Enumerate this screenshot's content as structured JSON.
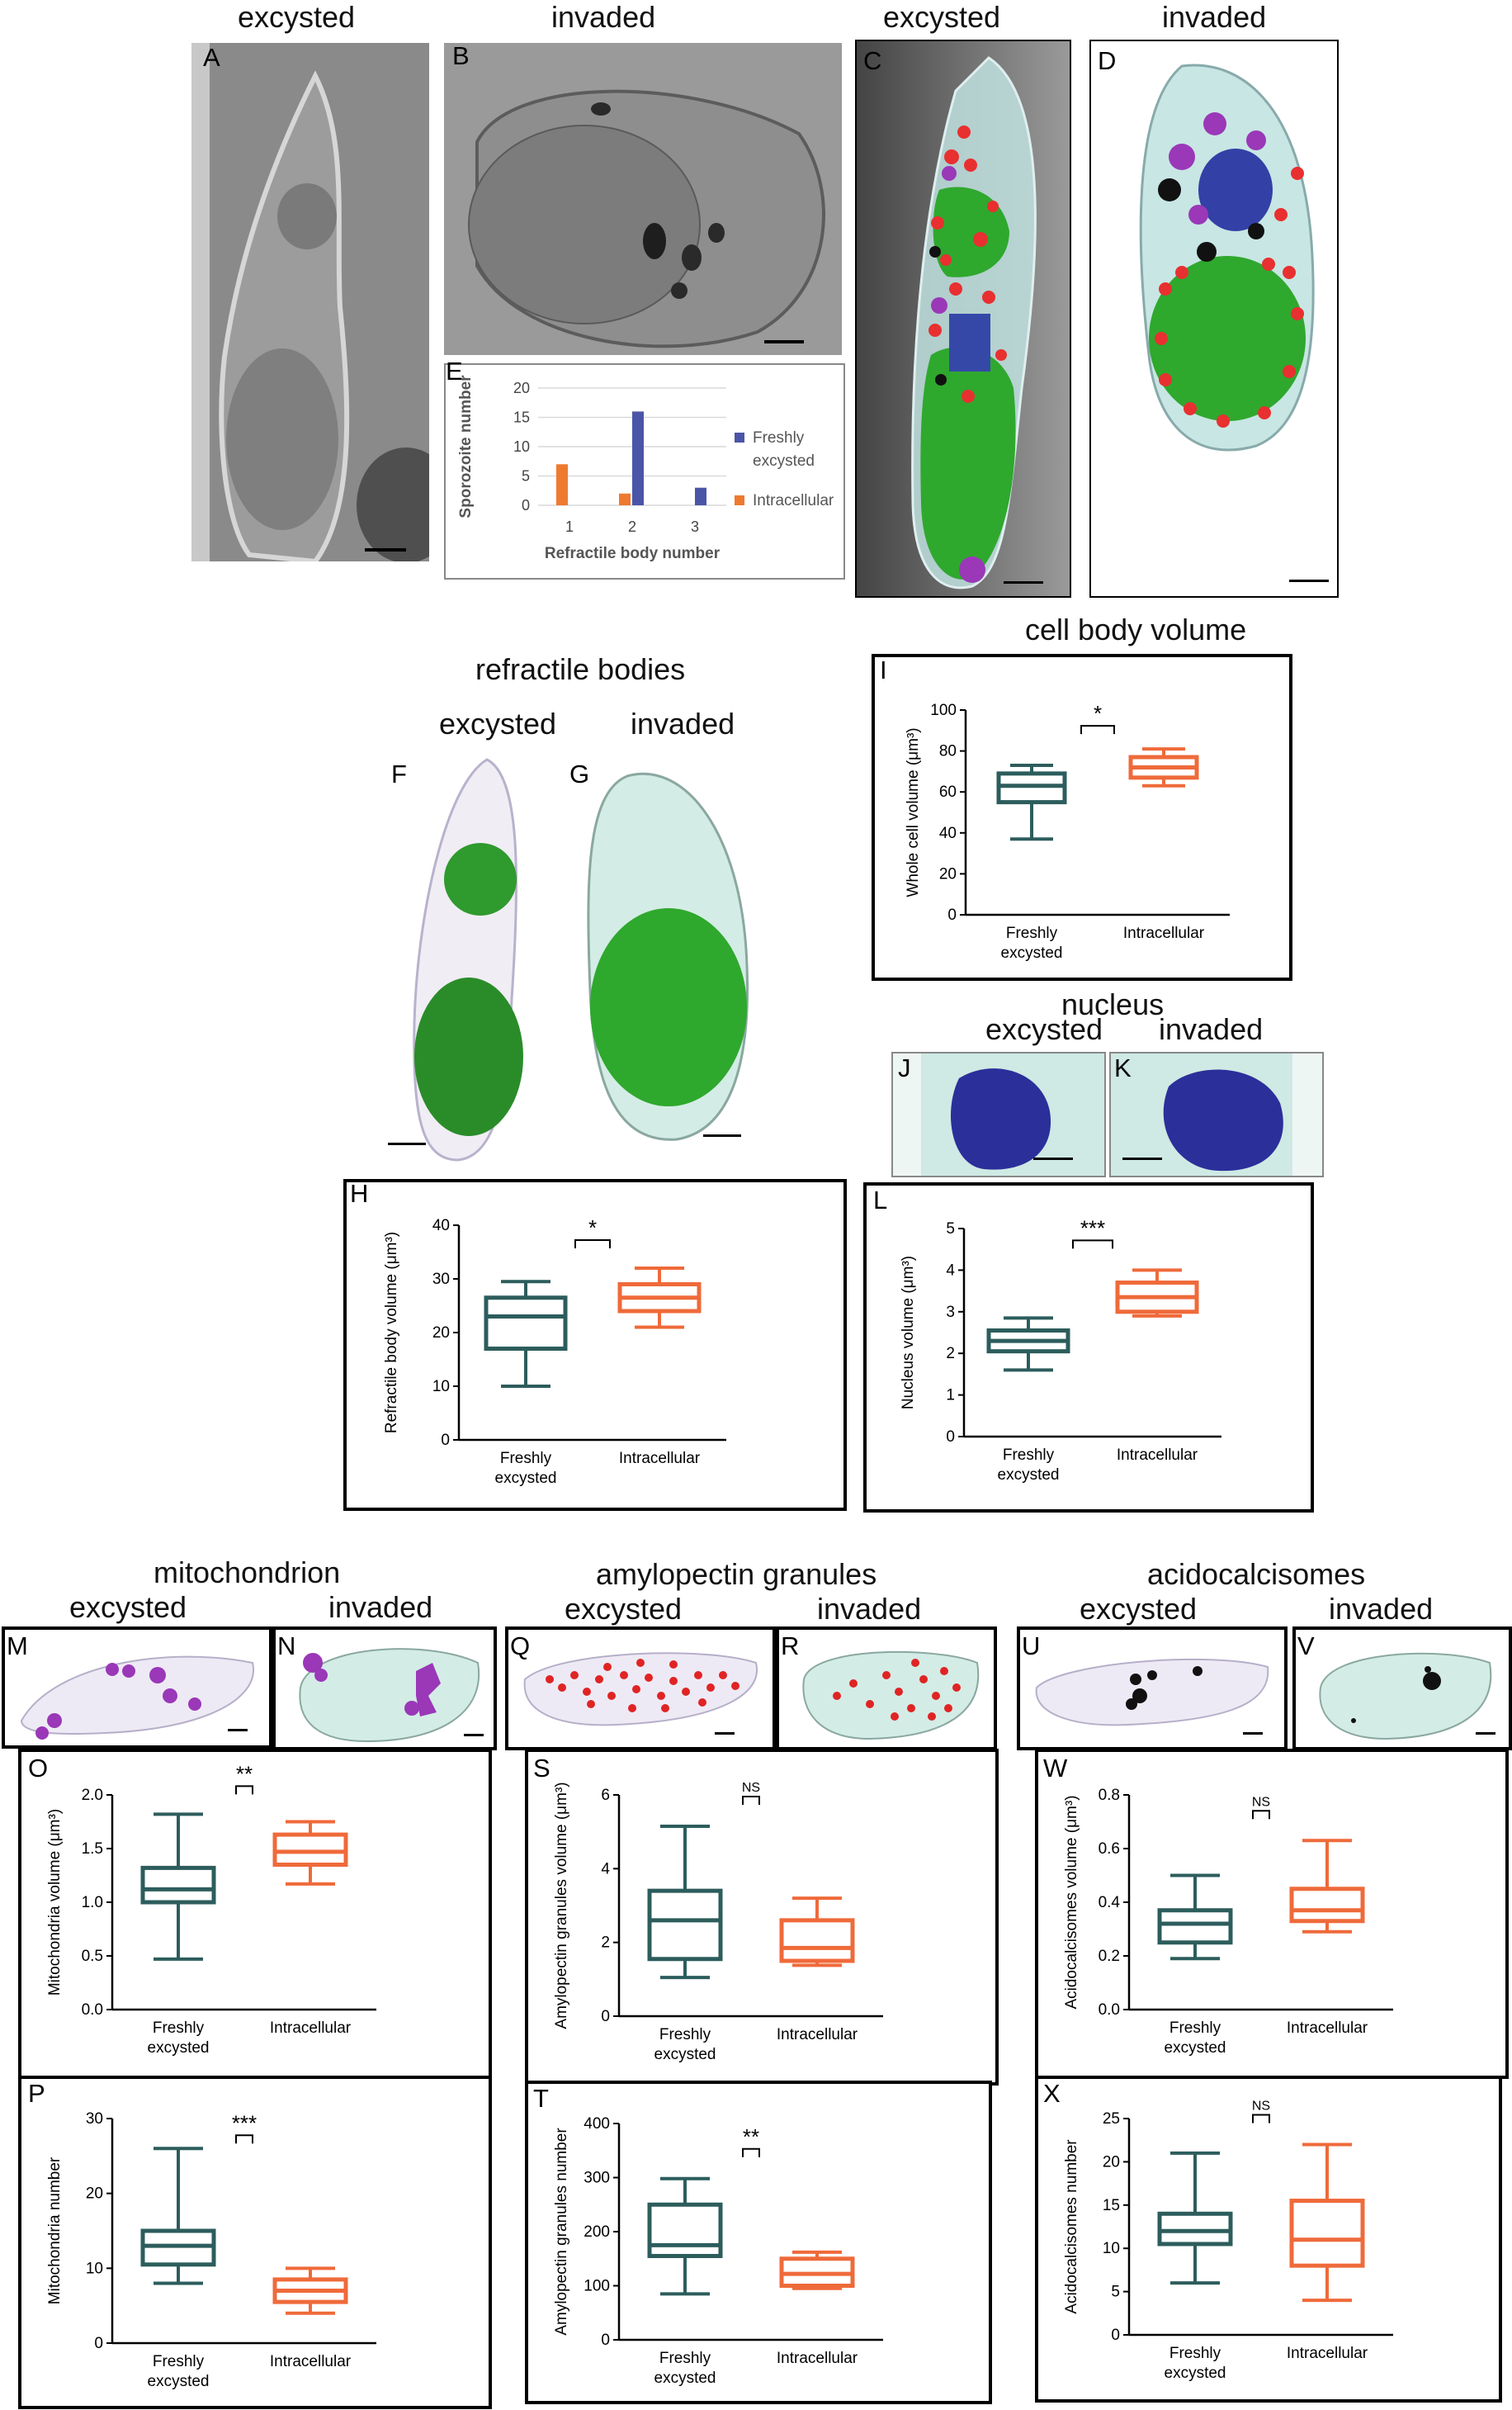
{
  "colors": {
    "excysted": "#2c5d5c",
    "invaded": "#ef6a3a",
    "freshly_bar": "#4b55a8",
    "intracellular_bar": "#ee7a30",
    "refractile": "#2e9b2c",
    "nucleus": "#2b2f9a",
    "mito": "#9a38b8",
    "amylopectin": "#e02424",
    "acidocalcisome": "#111111",
    "cell_surface": "#cfe9e4"
  },
  "headers": {
    "a": "excysted",
    "b": "invaded",
    "c": "excysted",
    "d": "invaded",
    "refractile": "refractile bodies",
    "fg_excysted": "excysted",
    "fg_invaded": "invaded",
    "cellbody": "cell body volume",
    "nucleus": "nucleus",
    "jk_excysted": "excysted",
    "jk_invaded": "invaded",
    "mito": "mitochondrion",
    "mito_excysted": "excysted",
    "mito_invaded": "invaded",
    "amylo": "amylopectin granules",
    "amylo_excysted": "excysted",
    "amylo_invaded": "invaded",
    "acido": "acidocalcisomes",
    "acido_excysted": "excysted",
    "acido_invaded": "invaded"
  },
  "panel_labels": [
    "A",
    "B",
    "C",
    "D",
    "E",
    "F",
    "G",
    "H",
    "I",
    "J",
    "K",
    "L",
    "M",
    "N",
    "O",
    "P",
    "Q",
    "R",
    "S",
    "T",
    "U",
    "V",
    "W",
    "X"
  ],
  "chart_data": [
    {
      "panel": "E",
      "type": "bar",
      "categories": [
        "1",
        "2",
        "3"
      ],
      "series": [
        {
          "name": "Freshly excysted",
          "values": [
            0,
            16,
            3
          ]
        },
        {
          "name": "Intracellular",
          "values": [
            7,
            2,
            0
          ]
        }
      ],
      "ylabel": "Sporozoite number",
      "xlabel": "Refractile body number",
      "ylim": [
        0,
        20
      ],
      "yticks": [
        "0",
        "5",
        "10",
        "15",
        "20"
      ],
      "legend": [
        "Freshly",
        "excysted",
        "Intracellular"
      ]
    },
    {
      "panel": "I",
      "type": "box",
      "ylabel": "Whole cell volume (μm³)",
      "ylim": [
        0,
        100
      ],
      "yticks": [
        "0",
        "20",
        "40",
        "60",
        "80",
        "100"
      ],
      "categories": [
        "Freshly excysted",
        "Intracellular"
      ],
      "cat_lines": [
        [
          "Freshly",
          "excysted"
        ],
        [
          "Intracellular"
        ]
      ],
      "boxes": [
        {
          "min": 37,
          "q1": 55,
          "median": 63,
          "q3": 69,
          "max": 73
        },
        {
          "min": 63,
          "q1": 67,
          "median": 72,
          "q3": 77,
          "max": 81
        }
      ],
      "significance": "*"
    },
    {
      "panel": "H",
      "type": "box",
      "ylabel": "Refractile body volume (μm³)",
      "ylim": [
        0,
        40
      ],
      "yticks": [
        "0",
        "10",
        "20",
        "30",
        "40"
      ],
      "categories": [
        "Freshly excysted",
        "Intracellular"
      ],
      "cat_lines": [
        [
          "Freshly",
          "excysted"
        ],
        [
          "Intracellular"
        ]
      ],
      "boxes": [
        {
          "min": 10,
          "q1": 17,
          "median": 23,
          "q3": 26.5,
          "max": 29.5
        },
        {
          "min": 21,
          "q1": 24,
          "median": 26.5,
          "q3": 29,
          "max": 32
        }
      ],
      "significance": "*"
    },
    {
      "panel": "L",
      "type": "box",
      "ylabel": "Nucleus volume (μm³)",
      "ylim": [
        0,
        5
      ],
      "yticks": [
        "0",
        "1",
        "2",
        "3",
        "4",
        "5"
      ],
      "categories": [
        "Freshly excysted",
        "Intracellular"
      ],
      "cat_lines": [
        [
          "Freshly",
          "excysted"
        ],
        [
          "Intracellular"
        ]
      ],
      "boxes": [
        {
          "min": 1.6,
          "q1": 2.05,
          "median": 2.3,
          "q3": 2.55,
          "max": 2.85
        },
        {
          "min": 2.9,
          "q1": 3.0,
          "median": 3.35,
          "q3": 3.7,
          "max": 4.0
        }
      ],
      "significance": "***"
    },
    {
      "panel": "O",
      "type": "box",
      "ylabel": "Mitochondria volume (μm³)",
      "ylim": [
        0,
        2.0
      ],
      "yticks": [
        "0.0",
        "0.5",
        "1.0",
        "1.5",
        "2.0"
      ],
      "categories": [
        "Freshly excysted",
        "Intracellular"
      ],
      "cat_lines": [
        [
          "Freshly",
          "excysted"
        ],
        [
          "Intracellular"
        ]
      ],
      "boxes": [
        {
          "min": 0.47,
          "q1": 1.0,
          "median": 1.12,
          "q3": 1.32,
          "max": 1.82
        },
        {
          "min": 1.17,
          "q1": 1.35,
          "median": 1.47,
          "q3": 1.63,
          "max": 1.75
        }
      ],
      "significance": "**"
    },
    {
      "panel": "S",
      "type": "box",
      "ylabel": "Amylopectin granules volume (μm³)",
      "ylim": [
        0,
        6
      ],
      "yticks": [
        "0",
        "2",
        "4",
        "6"
      ],
      "categories": [
        "Freshly excysted",
        "Intracellular"
      ],
      "cat_lines": [
        [
          "Freshly",
          "excysted"
        ],
        [
          "Intracellular"
        ]
      ],
      "boxes": [
        {
          "min": 1.05,
          "q1": 1.55,
          "median": 2.6,
          "q3": 3.4,
          "max": 5.15
        },
        {
          "min": 1.38,
          "q1": 1.5,
          "median": 1.85,
          "q3": 2.6,
          "max": 3.2
        }
      ],
      "significance": "NS"
    },
    {
      "panel": "W",
      "type": "box",
      "ylabel": "Acidocalcisomes volume (μm³)",
      "ylim": [
        0,
        0.8
      ],
      "yticks": [
        "0.0",
        "0.2",
        "0.4",
        "0.6",
        "0.8"
      ],
      "categories": [
        "Freshly excysted",
        "Intracellular"
      ],
      "cat_lines": [
        [
          "Freshly",
          "excysted"
        ],
        [
          "Intracellular"
        ]
      ],
      "boxes": [
        {
          "min": 0.19,
          "q1": 0.25,
          "median": 0.32,
          "q3": 0.37,
          "max": 0.5
        },
        {
          "min": 0.29,
          "q1": 0.33,
          "median": 0.37,
          "q3": 0.45,
          "max": 0.63
        }
      ],
      "significance": "NS"
    },
    {
      "panel": "P",
      "type": "box",
      "ylabel": "Mitochondria number",
      "ylim": [
        0,
        30
      ],
      "yticks": [
        "0",
        "10",
        "20",
        "30"
      ],
      "categories": [
        "Freshly excysted",
        "Intracellular"
      ],
      "cat_lines": [
        [
          "Freshly",
          "excysted"
        ],
        [
          "Intracellular"
        ]
      ],
      "boxes": [
        {
          "min": 8,
          "q1": 10.5,
          "median": 13,
          "q3": 15,
          "max": 26
        },
        {
          "min": 4,
          "q1": 5.5,
          "median": 7,
          "q3": 8.5,
          "max": 10
        }
      ],
      "significance": "***"
    },
    {
      "panel": "T",
      "type": "box",
      "ylabel": "Amylopectin granules number",
      "ylim": [
        0,
        400
      ],
      "yticks": [
        "0",
        "100",
        "200",
        "300",
        "400"
      ],
      "categories": [
        "Freshly excysted",
        "Intracellular"
      ],
      "cat_lines": [
        [
          "Freshly",
          "excysted"
        ],
        [
          "Intracellular"
        ]
      ],
      "boxes": [
        {
          "min": 85,
          "q1": 155,
          "median": 175,
          "q3": 250,
          "max": 298
        },
        {
          "min": 95,
          "q1": 100,
          "median": 122,
          "q3": 150,
          "max": 162
        }
      ],
      "significance": "**"
    },
    {
      "panel": "X",
      "type": "box",
      "ylabel": "Acidocalcisomes number",
      "ylim": [
        0,
        25
      ],
      "yticks": [
        "0",
        "5",
        "10",
        "15",
        "20",
        "25"
      ],
      "categories": [
        "Freshly excysted",
        "Intracellular"
      ],
      "cat_lines": [
        [
          "Freshly",
          "excysted"
        ],
        [
          "Intracellular"
        ]
      ],
      "boxes": [
        {
          "min": 6,
          "q1": 10.5,
          "median": 12,
          "q3": 14,
          "max": 21
        },
        {
          "min": 4,
          "q1": 8,
          "median": 11,
          "q3": 15.5,
          "max": 22
        }
      ],
      "significance": "NS"
    }
  ]
}
